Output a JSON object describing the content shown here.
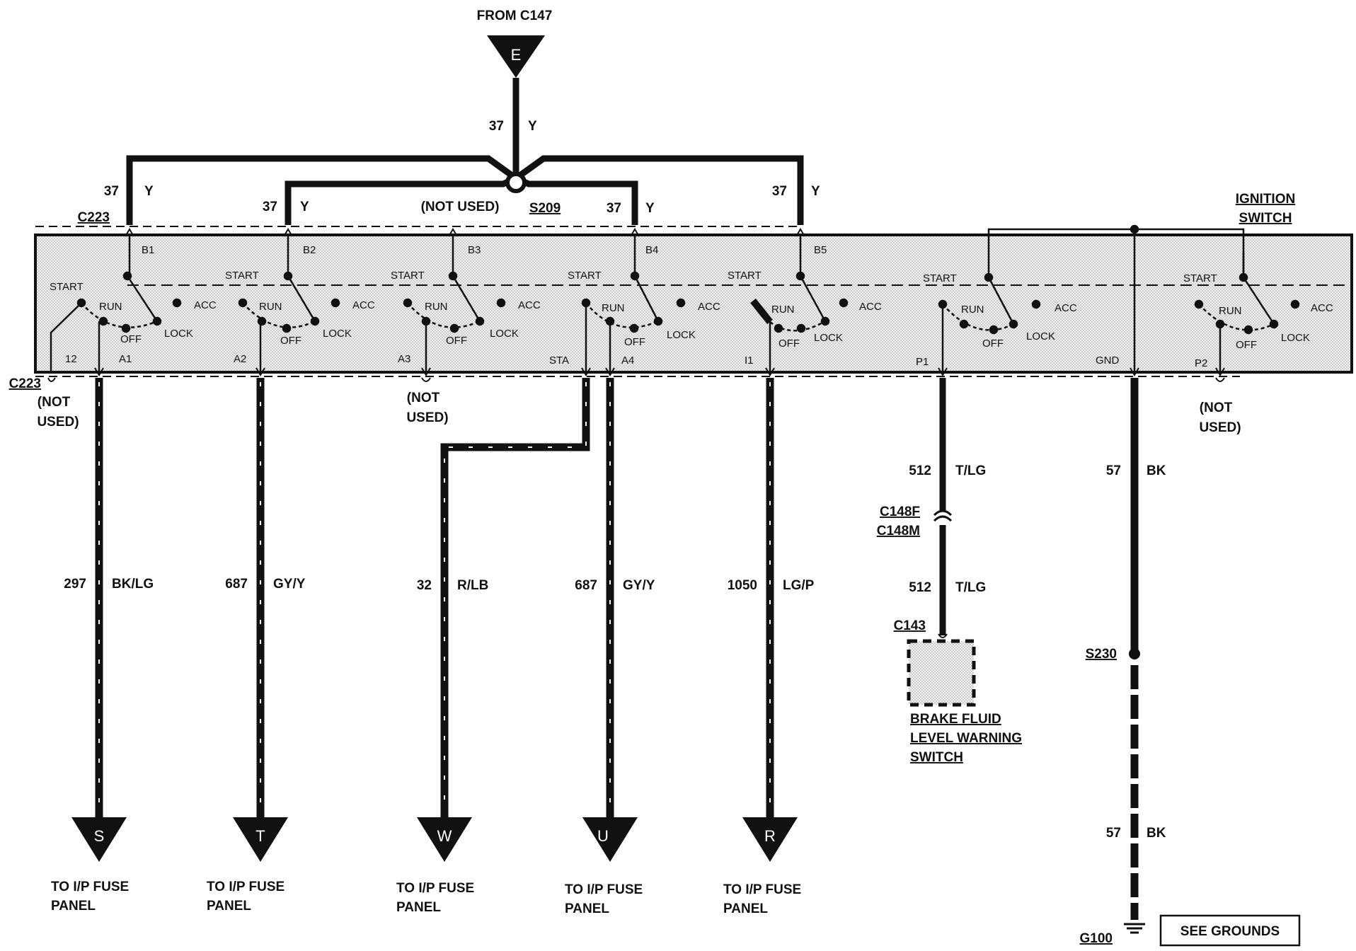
{
  "source": {
    "label": "FROM C147",
    "connector": "E"
  },
  "feed": {
    "circuit": "37",
    "color": "Y"
  },
  "splice": "S209",
  "switch_title": [
    "IGNITION",
    "SWITCH"
  ],
  "connector_top": "C223",
  "connector_bottom": "C223",
  "not_used": [
    "(NOT",
    "USED)"
  ],
  "not_used_inline": "(NOT USED)",
  "branch_wires": [
    {
      "circuit": "37",
      "color": "Y"
    },
    {
      "circuit": "37",
      "color": "Y"
    },
    {
      "circuit": "37",
      "color": "Y"
    },
    {
      "circuit": "37",
      "color": "Y"
    }
  ],
  "positions": {
    "start": "START",
    "run": "RUN",
    "acc": "ACC",
    "off": "OFF",
    "lock": "LOCK"
  },
  "terminals": [
    "B1",
    "B2",
    "B3",
    "B4",
    "B5",
    "12",
    "A1",
    "A2",
    "A3",
    "STA",
    "A4",
    "I1",
    "P1",
    "GND",
    "P2"
  ],
  "outputs": [
    {
      "circuit": "297",
      "color": "BK/LG",
      "connector": "S",
      "dest": [
        "TO I/P FUSE",
        "PANEL"
      ]
    },
    {
      "circuit": "687",
      "color": "GY/Y",
      "connector": "T",
      "dest": [
        "TO I/P FUSE",
        "PANEL"
      ]
    },
    {
      "circuit": "32",
      "color": "R/LB",
      "connector": "W",
      "dest": [
        "TO I/P FUSE",
        "PANEL"
      ]
    },
    {
      "circuit": "687",
      "color": "GY/Y",
      "connector": "U",
      "dest": [
        "TO I/P FUSE",
        "PANEL"
      ]
    },
    {
      "circuit": "1050",
      "color": "LG/P",
      "connector": "R",
      "dest": [
        "TO I/P FUSE",
        "PANEL"
      ]
    }
  ],
  "brake": {
    "circuit": "512",
    "color": "T/LG",
    "connector_f": "C148F",
    "connector_m": "C148M",
    "connector": "C143",
    "name": [
      "BRAKE FLUID",
      "LEVEL WARNING",
      "SWITCH"
    ]
  },
  "ground": {
    "circuit": "57",
    "color": "BK",
    "splice": "S230",
    "ground_id": "G100",
    "see": "SEE GROUNDS"
  }
}
